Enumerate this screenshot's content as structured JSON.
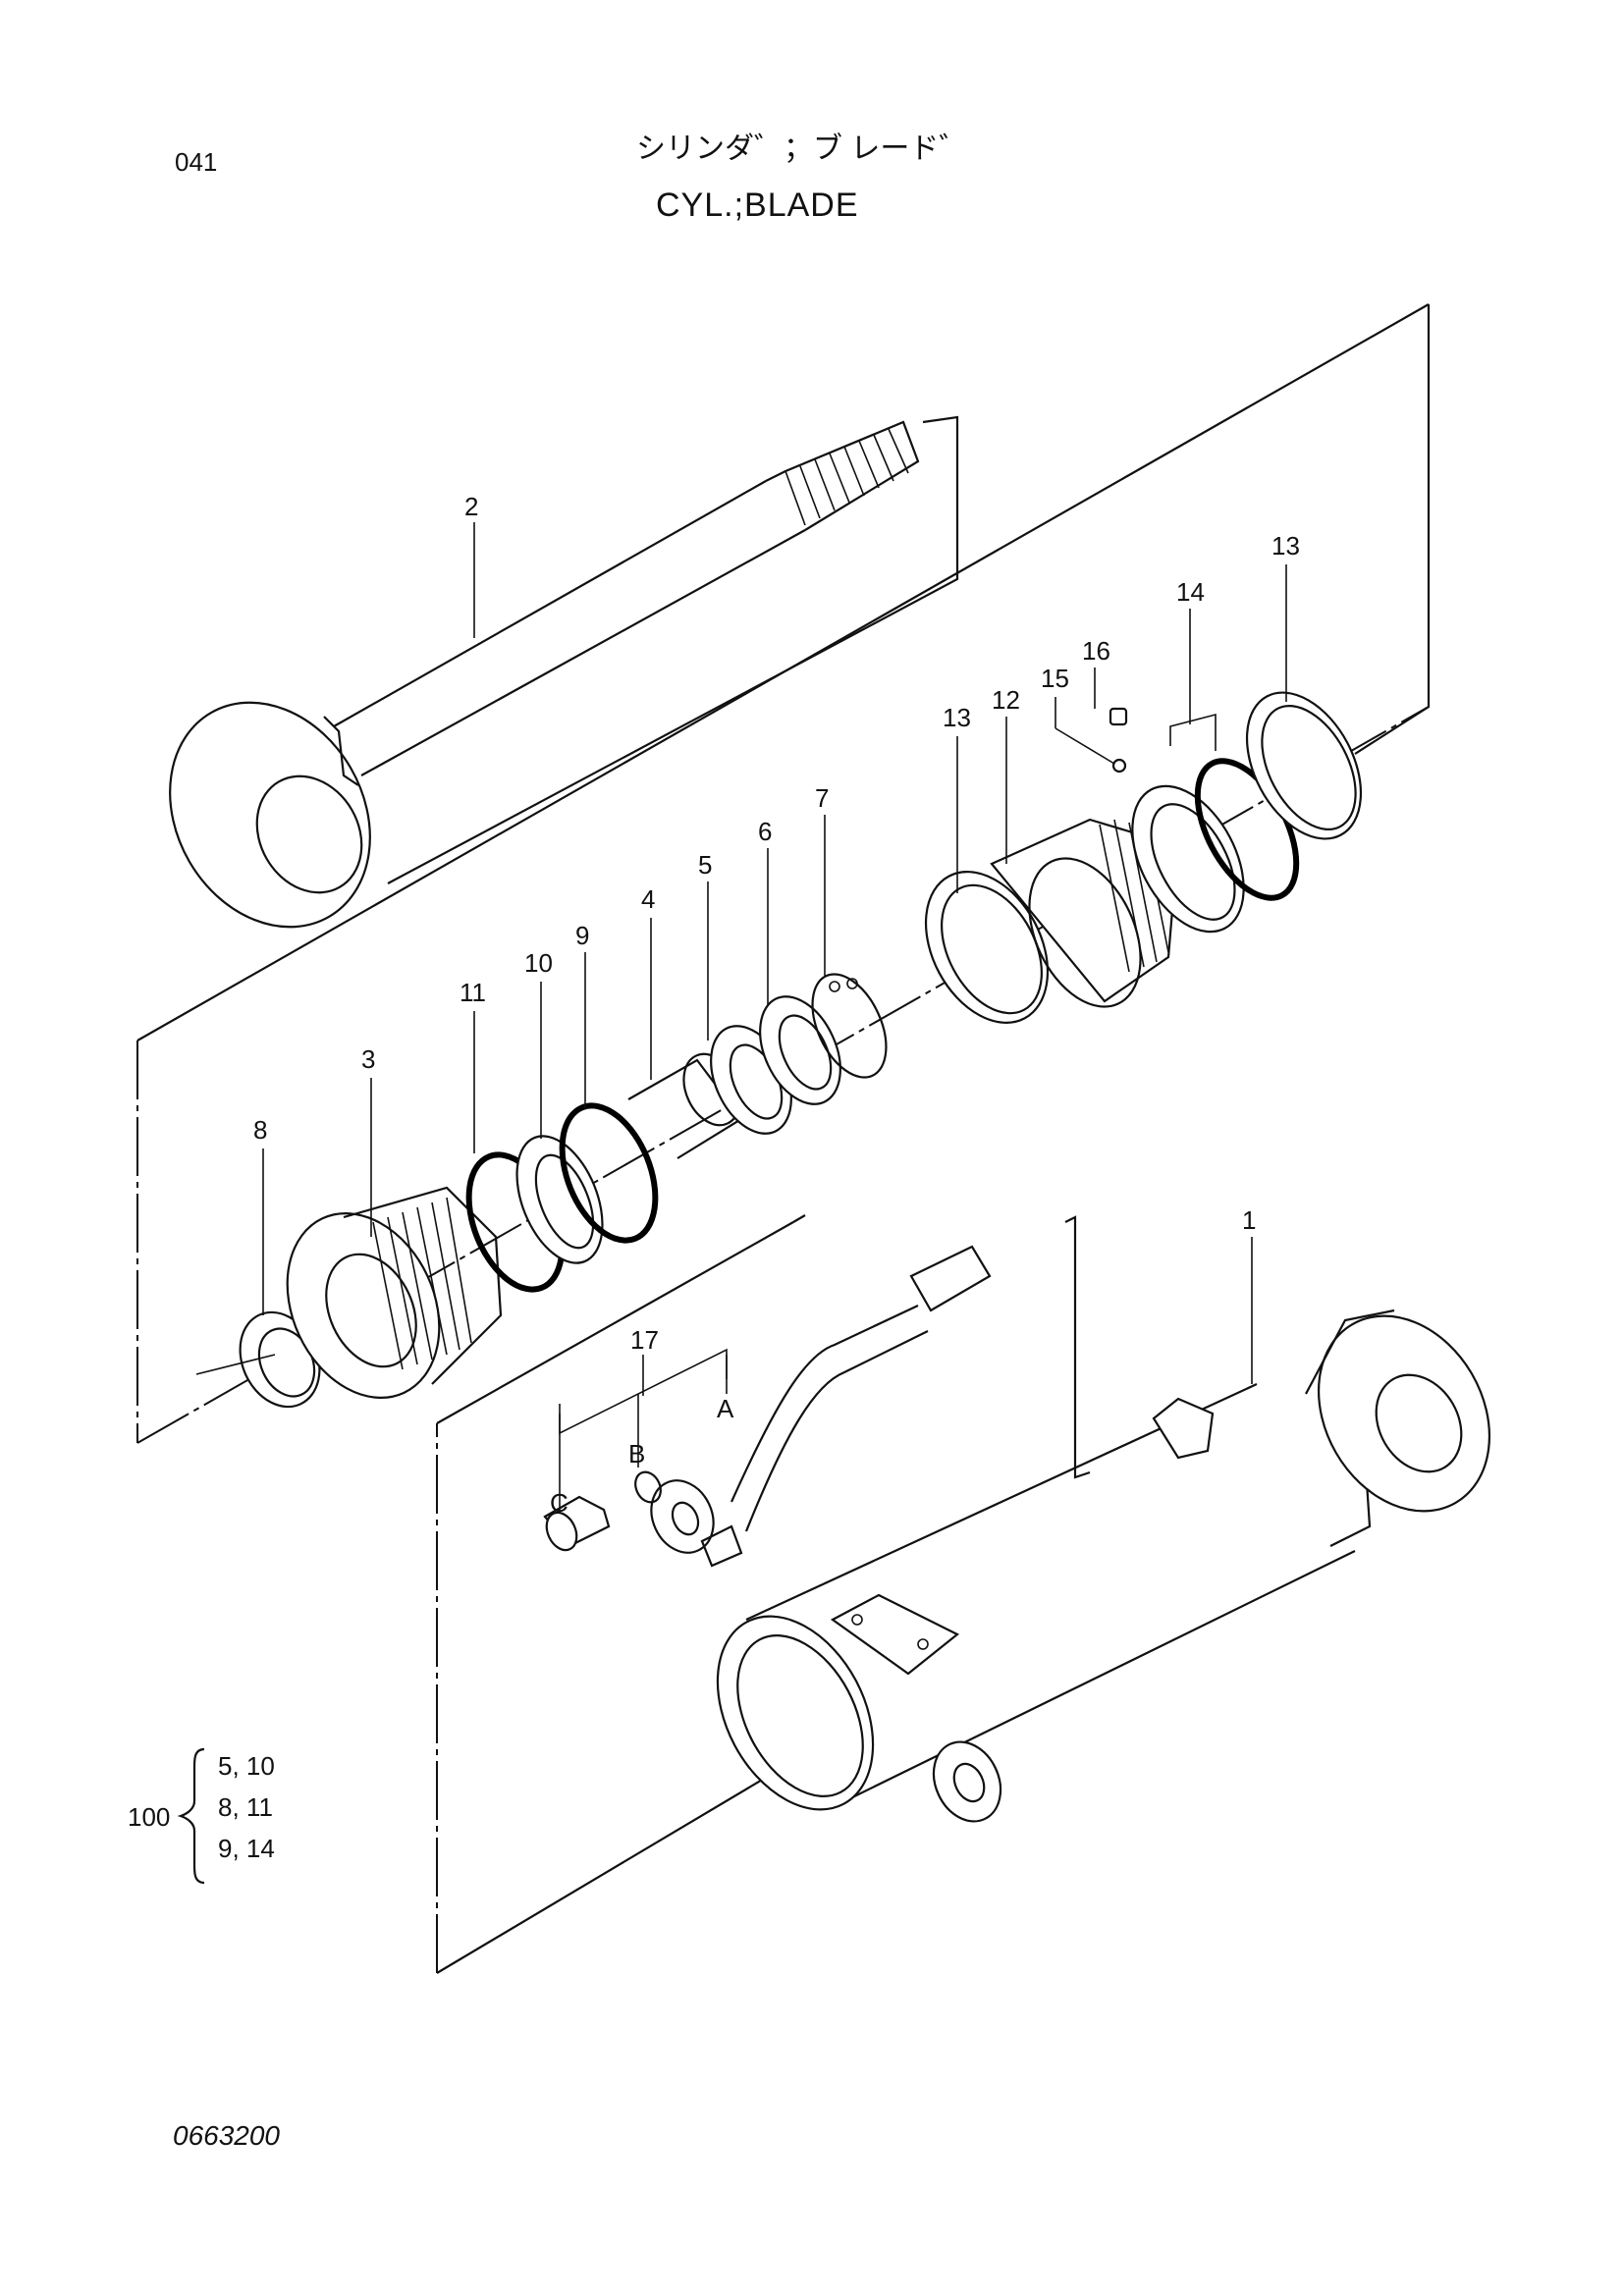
{
  "header": {
    "page_number": "041",
    "title_jp": "シリンダ゛；ブ レード゛",
    "title_en": "CYL.;BLADE"
  },
  "footer": {
    "doc_code": "0663200"
  },
  "kit": {
    "number": "100",
    "items": [
      "5, 10",
      "8, 11",
      "9, 14"
    ]
  },
  "callouts": {
    "p1": "1",
    "p2": "2",
    "p3": "3",
    "p4": "4",
    "p5": "5",
    "p6": "6",
    "p7": "7",
    "p8": "8",
    "p9": "9",
    "p10": "10",
    "p11": "11",
    "p12": "12",
    "p13a": "13",
    "p13b": "13",
    "p14": "14",
    "p15": "15",
    "p16": "16",
    "p17": "17",
    "A": "A",
    "B": "B",
    "C": "C"
  }
}
